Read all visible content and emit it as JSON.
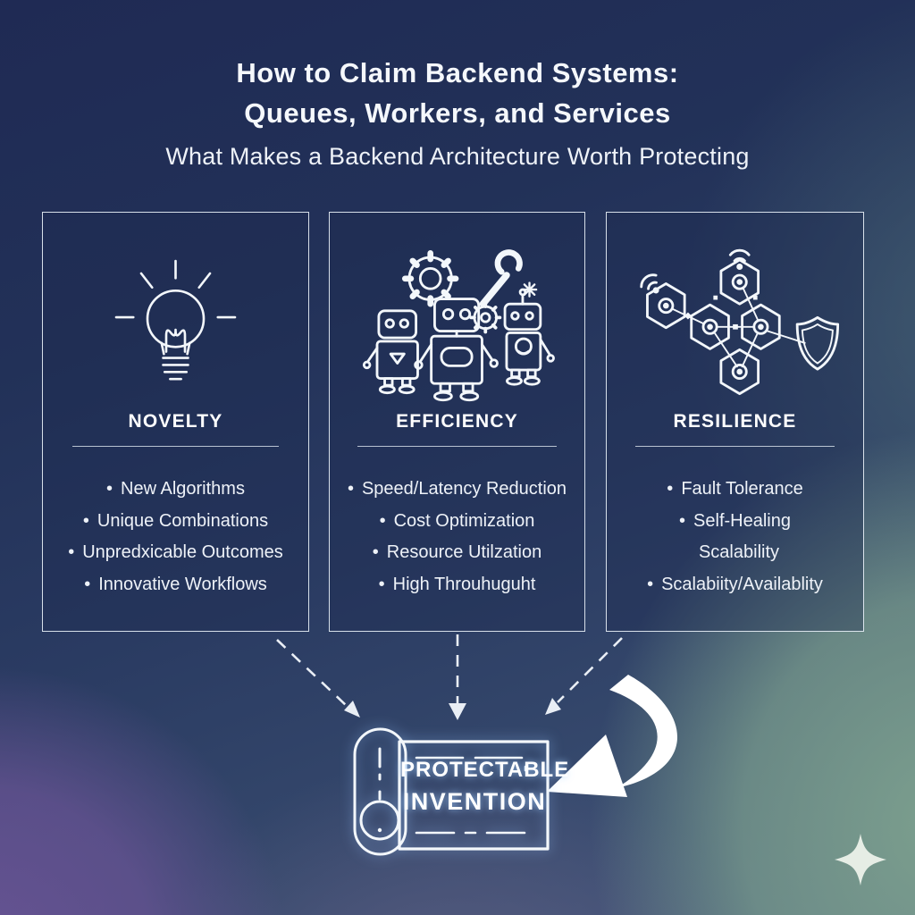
{
  "header": {
    "title_line1": "How to Claim Backend Systems:",
    "title_line2": "Queues, Workers, and Services",
    "subtitle": "What Makes a Backend Architecture Worth Protecting"
  },
  "cards": [
    {
      "icon": "lightbulb-icon",
      "heading": "NOVELTY",
      "items": [
        {
          "marker": "•",
          "text": "New Algorithms"
        },
        {
          "marker": "•",
          "text": "Unique Combinations"
        },
        {
          "marker": "•",
          "text": "Unpredxicable Outcomes"
        },
        {
          "marker": "•",
          "text": "Innovative Workflows"
        }
      ]
    },
    {
      "icon": "robots-gears-icon",
      "heading": "EFFICIENCY",
      "items": [
        {
          "marker": "•",
          "text": "Speed/Latency Reduction"
        },
        {
          "marker": "•",
          "text": "Cost Optimization"
        },
        {
          "marker": "•",
          "text": "Resource Utilzation"
        },
        {
          "marker": "•",
          "text": "High Throuhuguht"
        }
      ]
    },
    {
      "icon": "network-shield-icon",
      "heading": "RESILIENCE",
      "items": [
        {
          "marker": "•",
          "text": "Fault Tolerance"
        },
        {
          "marker": "•",
          "text": "Self-Healing"
        },
        {
          "marker": "",
          "text": "Scalability"
        },
        {
          "marker": "•",
          "text": "Scalabiity/Availablity"
        }
      ]
    }
  ],
  "outcome": {
    "icon": "scroll-icon",
    "label_line1": "PROTECTABLE",
    "label_line2": "INVENTION"
  },
  "decorations": {
    "dashed_arrow_count": 3,
    "curved_arrow_icon": "curved-arrow-icon",
    "sparkle_icon": "sparkle-icon"
  },
  "colors": {
    "bg_top_left": "#1f2a54",
    "bg_top_right": "#33486b",
    "bg_bottom_left": "#675391",
    "bg_bottom_right": "#7fa28f",
    "card_border": "#ebf3fa",
    "text": "#ffffff",
    "line_art": "#f3f7fb"
  }
}
